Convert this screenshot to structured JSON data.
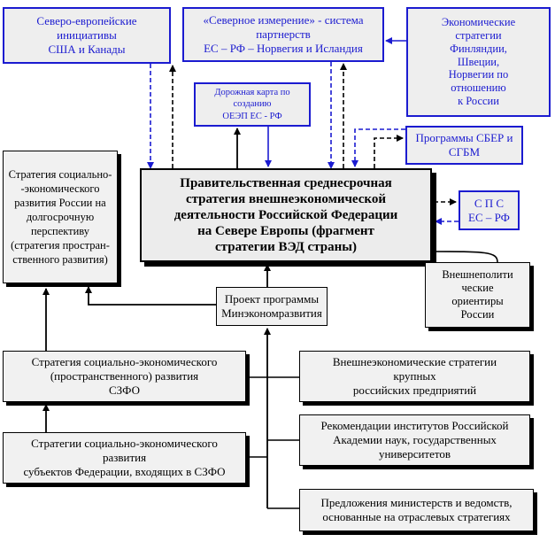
{
  "diagram": {
    "nodes": {
      "north_eu": "Северо-европейские\nинициативы\nСША и Канады",
      "north_dim": "«Северное измерение» - система\nпартнерств\nЕС – РФ – Норвегия и Исландия",
      "econ_strat": "Экономические\nстратегии\nФинляндии,\nШвеции,\nНорвегии по\nотношению\nк России",
      "roadmap": "Дорожная карта по\nсозданию\nОЕЭП    ЕС - РФ",
      "sber": "Программы СБЕР и\nСГБМ",
      "sps": "С П С\nЕС – РФ",
      "main": "Правительственная среднесрочная\nстратегия внешнеэкономической\nдеятельности Российской Федерации\nна Севере Европы (фрагмент\nстратегии ВЭД страны)",
      "soc_econ": "Стратегия социально-\n-экономического\nразвития России на\nдолгосрочную\nперспективу\n(стратегия простран-\nственного развития)",
      "foreign_pol": "Внешнеполити\nческие\nориентиры\nРоссии",
      "project": "Проект программы\nМинэкономразвития",
      "szfo": "Стратегия социально-экономического\n(пространственного) развития\nСЗФО",
      "ext_econ": "Внешнеэкономические стратегии\nкрупных\nроссийских предприятий",
      "subjects": "Стратегии социально-экономического\nразвития\nсубъектов Федерации, входящих в СЗФО",
      "academy": "Рекомендации  институтов Российской\nАкадемии наук, государственных\nуниверситетов",
      "ministries": "Предложения министерств и ведомств,\nоснованные на отраслевых стратегиях"
    }
  }
}
